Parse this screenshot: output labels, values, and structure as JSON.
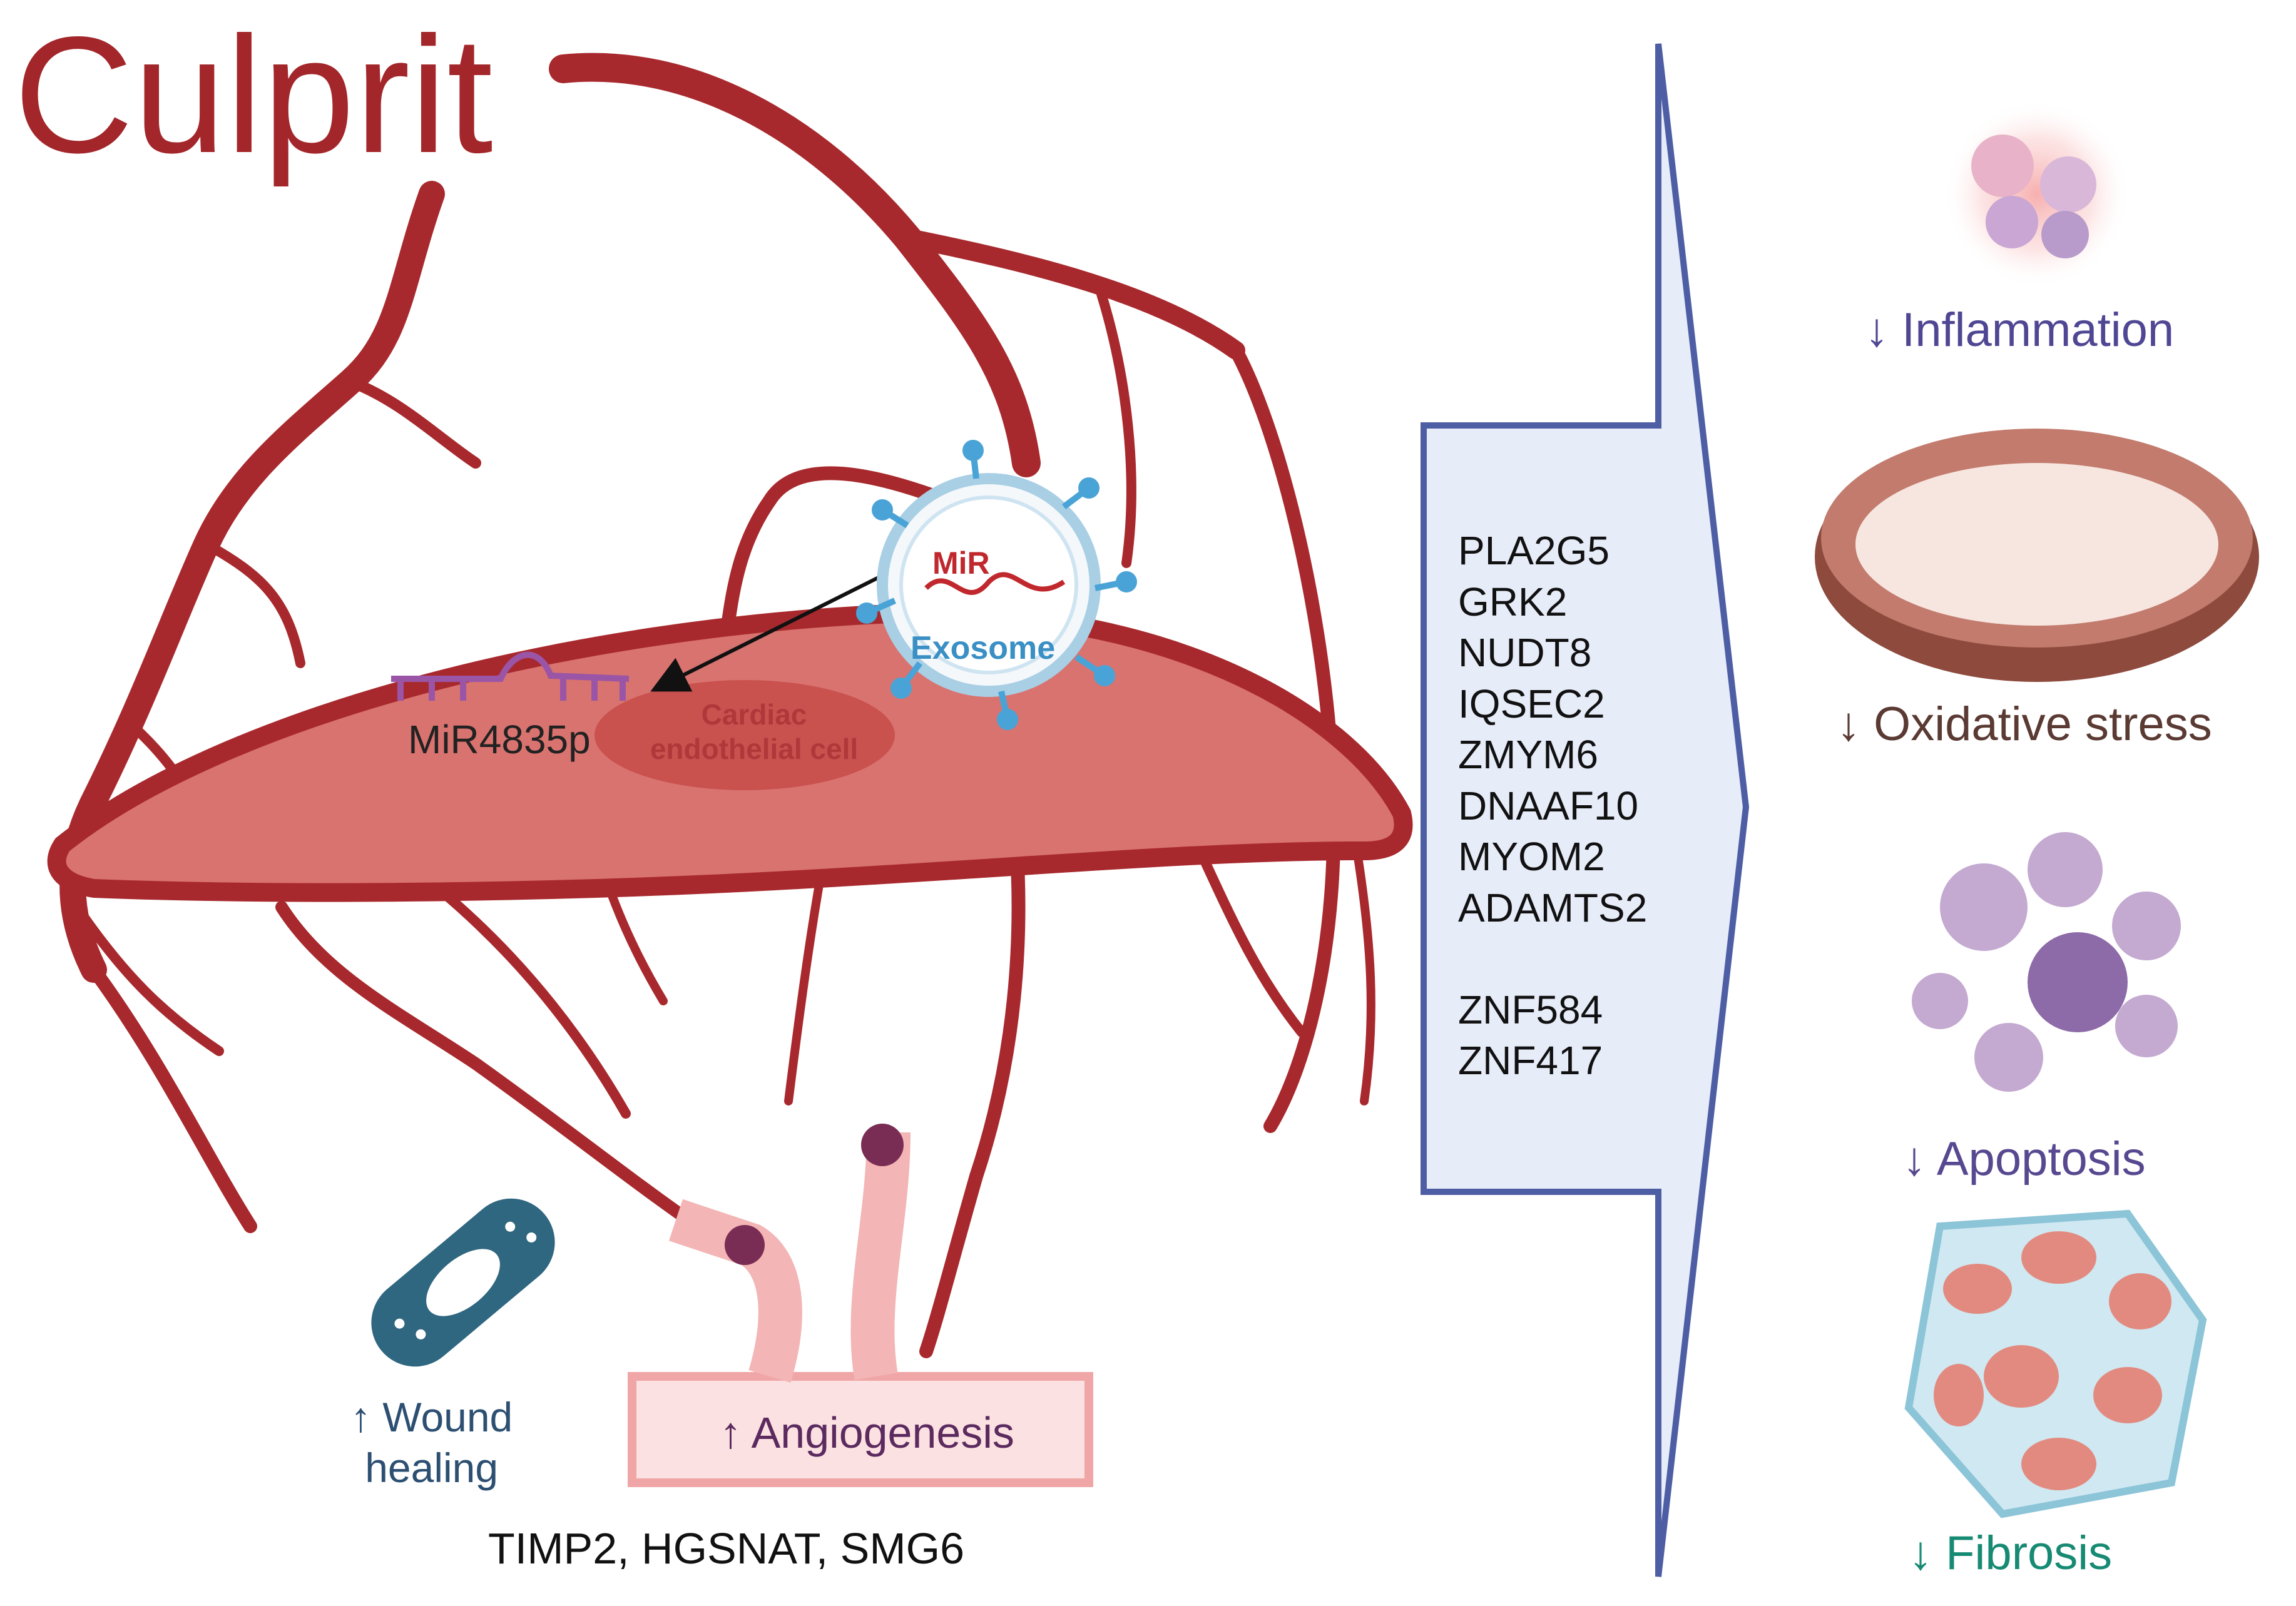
{
  "title": "Culprit",
  "exosome": {
    "mir_label": "MiR",
    "exosome_label": "Exosome"
  },
  "cell": {
    "mirna_label": "MiR4835p",
    "cell_label": "Cardiac endothelial cell"
  },
  "targets": {
    "group1": [
      "PLA2G5",
      "GRK2",
      "NUDT8",
      "IQSEC2",
      "ZMYM6",
      "DNAAF10",
      "MYOM2",
      "ADAMTS2"
    ],
    "group2": [
      "ZNF584",
      "ZNF417"
    ]
  },
  "effects_left": {
    "wound_label_line1": "↑ Wound",
    "wound_label_line2": "healing",
    "angiogenesis_label": "↑ Angiogenesis",
    "genes_label": "TIMP2, HGSNAT, SMG6"
  },
  "outcomes": {
    "inflammation": "↓ Inflammation",
    "oxidative_stress": "↓ Oxidative stress",
    "apoptosis": "↓ Apoptosis",
    "fibrosis": "↓ Fibrosis"
  },
  "colors": {
    "vessel": "#a8292d",
    "cell_body": "#d9736f",
    "title": "#a3262a",
    "arrow_fill": "#e7ecf9",
    "arrow_stroke": "#4e5ea4",
    "exosome_blue": "#4aa3d6",
    "wound_bandage": "#2f6680",
    "inflammation_text": "#4f4793",
    "fibrosis_text": "#178a73"
  },
  "icons": [
    "exosome-icon",
    "bandage-icon",
    "immune-cells-icon",
    "mitochondrion-icon",
    "apoptotic-cell-icon",
    "fibrotic-tissue-icon",
    "blood-vessel-icon",
    "endothelial-tip-cell-icon"
  ]
}
